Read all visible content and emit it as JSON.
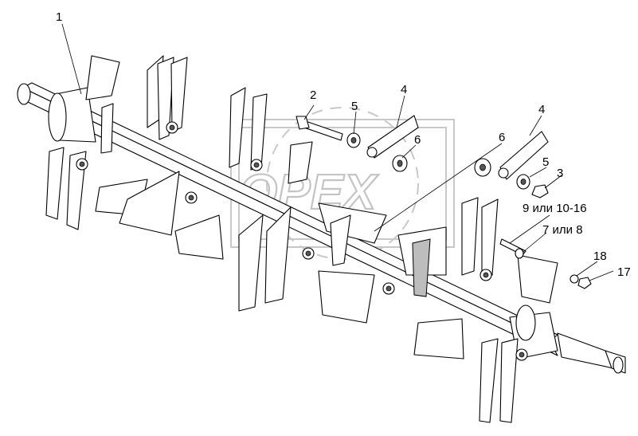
{
  "watermark": {
    "text": "OPEX"
  },
  "callouts": [
    {
      "id": "c1",
      "label": "1"
    },
    {
      "id": "c2",
      "label": "2"
    },
    {
      "id": "c5a",
      "label": "5"
    },
    {
      "id": "c4a",
      "label": "4"
    },
    {
      "id": "c6a",
      "label": "6"
    },
    {
      "id": "c6b",
      "label": "6"
    },
    {
      "id": "c4b",
      "label": "4"
    },
    {
      "id": "c5b",
      "label": "5"
    },
    {
      "id": "c3",
      "label": "3"
    },
    {
      "id": "c9",
      "label": "9 или 10-16"
    },
    {
      "id": "c7",
      "label": "7 или 8"
    },
    {
      "id": "c18",
      "label": "18"
    },
    {
      "id": "c17",
      "label": "17"
    }
  ]
}
